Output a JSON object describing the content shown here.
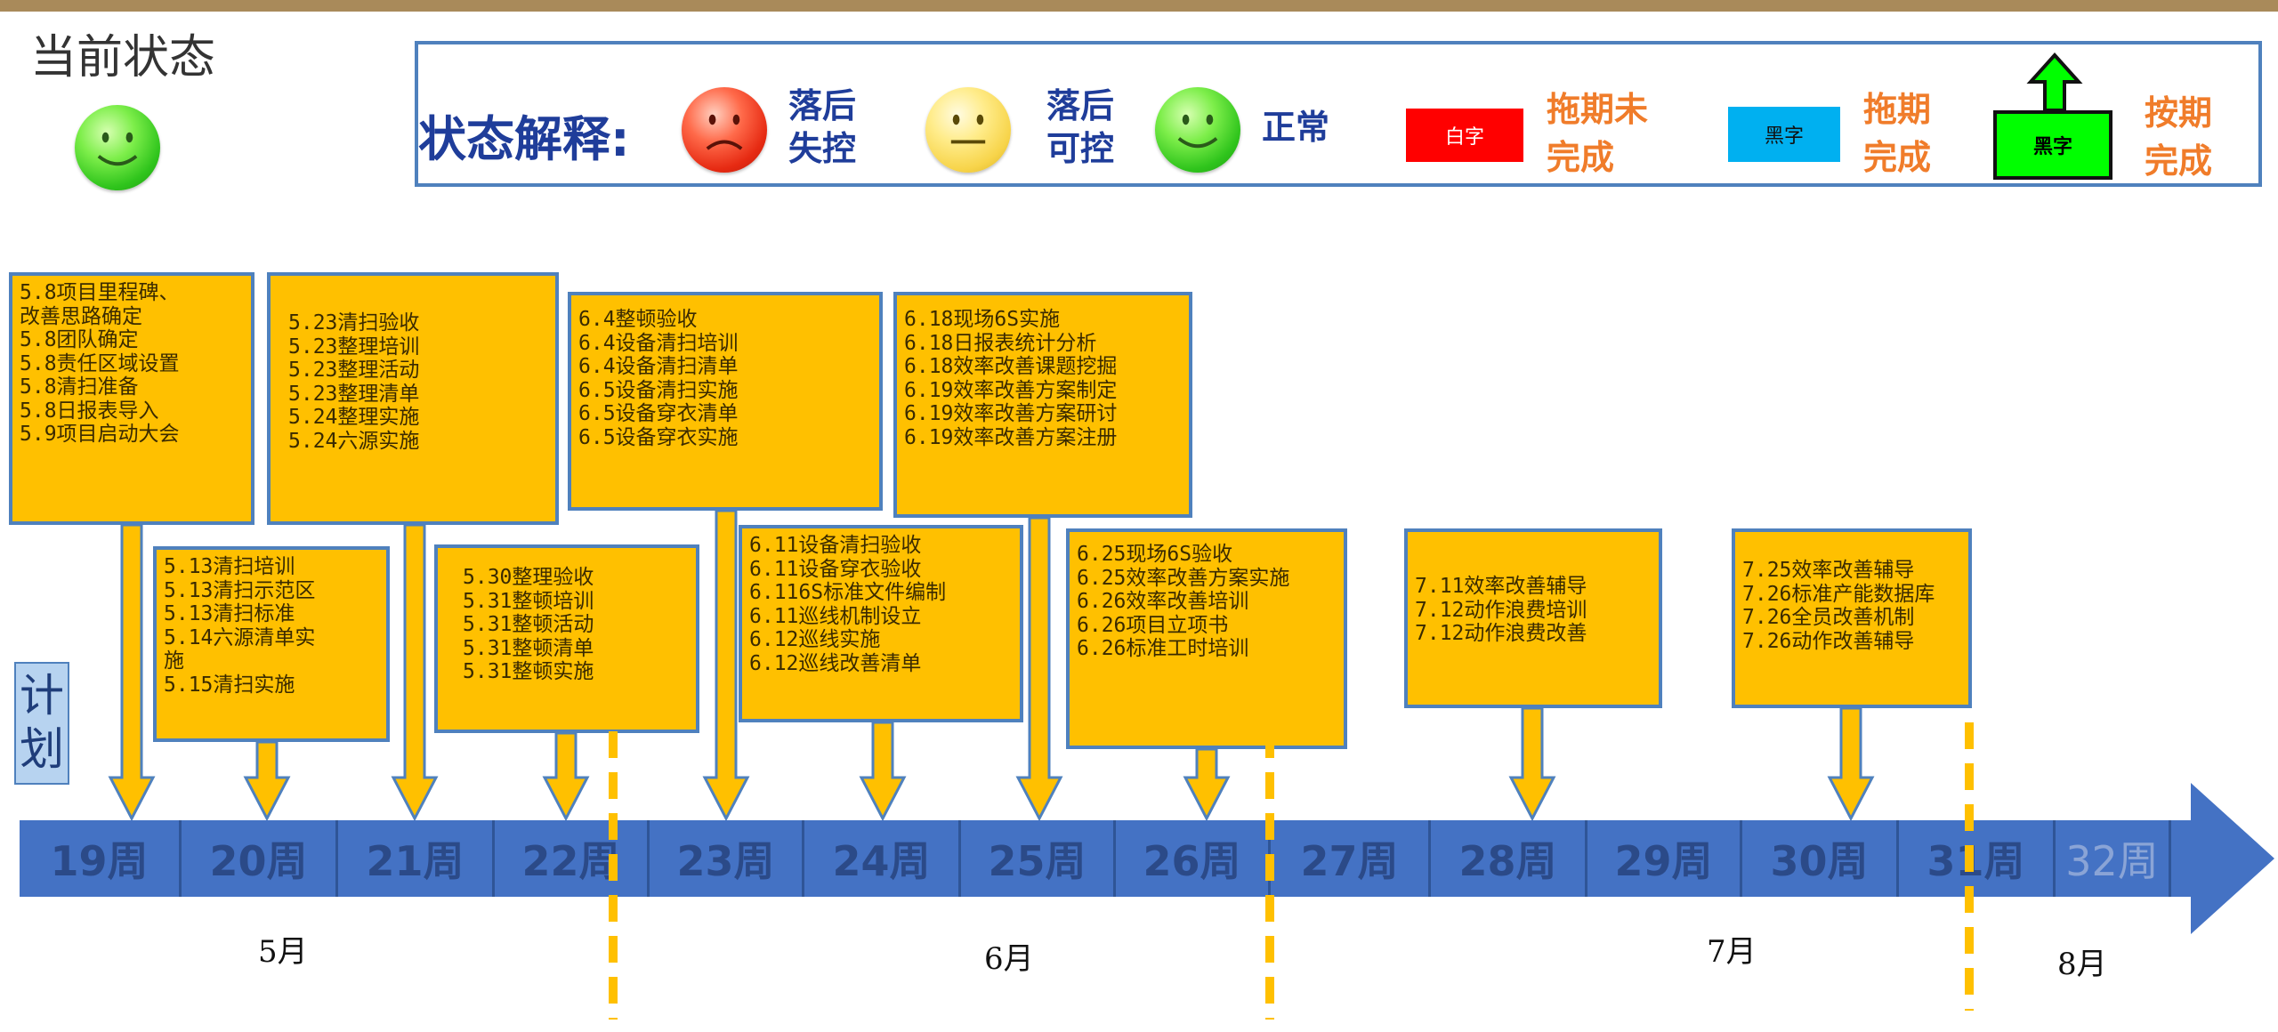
{
  "status": {
    "title": "当前状态"
  },
  "legend": {
    "title": "状态解释:",
    "red_face_label": [
      "落后",
      "失控"
    ],
    "yellow_face_label": [
      "落后",
      "可控"
    ],
    "green_face_label": "正常",
    "red_swatch_text": "白字",
    "red_swatch_label": [
      "拖期未",
      "完成"
    ],
    "cyan_swatch_text": "黑字",
    "cyan_swatch_label": [
      "拖期",
      "完成"
    ],
    "green_swatch_text": "黑字",
    "green_swatch_label": [
      "按期",
      "完成"
    ],
    "colors": {
      "red": "#ff0000",
      "cyan": "#00b0f0",
      "green": "#00ff00",
      "task": "#ffc000",
      "bar": "#4472c4"
    }
  },
  "plan_label": [
    "计",
    "划"
  ],
  "tasks": [
    {
      "id": "t1",
      "lines": [
        "5.8项目里程碑、",
        "改善思路确定",
        "5.8团队确定",
        "5.8责任区域设置",
        "5.8清扫准备",
        "5.8日报表导入",
        "5.9项目启动大会"
      ]
    },
    {
      "id": "t2",
      "lines": [
        "5.13清扫培训",
        "5.13清扫示范区",
        "5.13清扫标准",
        "5.14六源清单实",
        "施",
        "5.15清扫实施"
      ]
    },
    {
      "id": "t3",
      "lines": [
        "5.23清扫验收",
        "5.23整理培训",
        "5.23整理活动",
        "5.23整理清单",
        "5.24整理实施",
        "5.24六源实施"
      ]
    },
    {
      "id": "t4",
      "lines": [
        "5.30整理验收",
        "5.31整顿培训",
        "5.31整顿活动",
        "5.31整顿清单",
        "5.31整顿实施"
      ]
    },
    {
      "id": "t5",
      "lines": [
        "6.4整顿验收",
        "6.4设备清扫培训",
        "6.4设备清扫清单",
        "6.5设备清扫实施",
        "6.5设备穿衣清单",
        "6.5设备穿衣实施"
      ]
    },
    {
      "id": "t6",
      "lines": [
        "6.11设备清扫验收",
        "6.11设备穿衣验收",
        "6.116S标准文件编制",
        "6.11巡线机制设立",
        "6.12巡线实施",
        "6.12巡线改善清单"
      ]
    },
    {
      "id": "t7",
      "lines": [
        "6.18现场6S实施",
        "6.18日报表统计分析",
        "6.18效率改善课题挖掘",
        "6.19效率改善方案制定",
        "6.19效率改善方案研讨",
        "6.19效率改善方案注册"
      ]
    },
    {
      "id": "t8",
      "lines": [
        "6.25现场6S验收",
        "6.25效率改善方案实施",
        "6.26效率改善培训",
        "6.26项目立项书",
        "6.26标准工时培训"
      ]
    },
    {
      "id": "t9",
      "lines": [
        "7.11效率改善辅导",
        "7.12动作浪费培训",
        "7.12动作浪费改善"
      ]
    },
    {
      "id": "t10",
      "lines": [
        "7.25效率改善辅导",
        "7.26标准产能数据库",
        "7.26全员改善机制",
        "7.26动作改善辅导"
      ]
    }
  ],
  "weeks": [
    "19周",
    "20周",
    "21周",
    "22周",
    "23周",
    "24周",
    "25周",
    "26周",
    "27周",
    "28周",
    "29周",
    "30周",
    "31周",
    "32周"
  ],
  "months": [
    "5月",
    "6月",
    "7月",
    "8月"
  ]
}
